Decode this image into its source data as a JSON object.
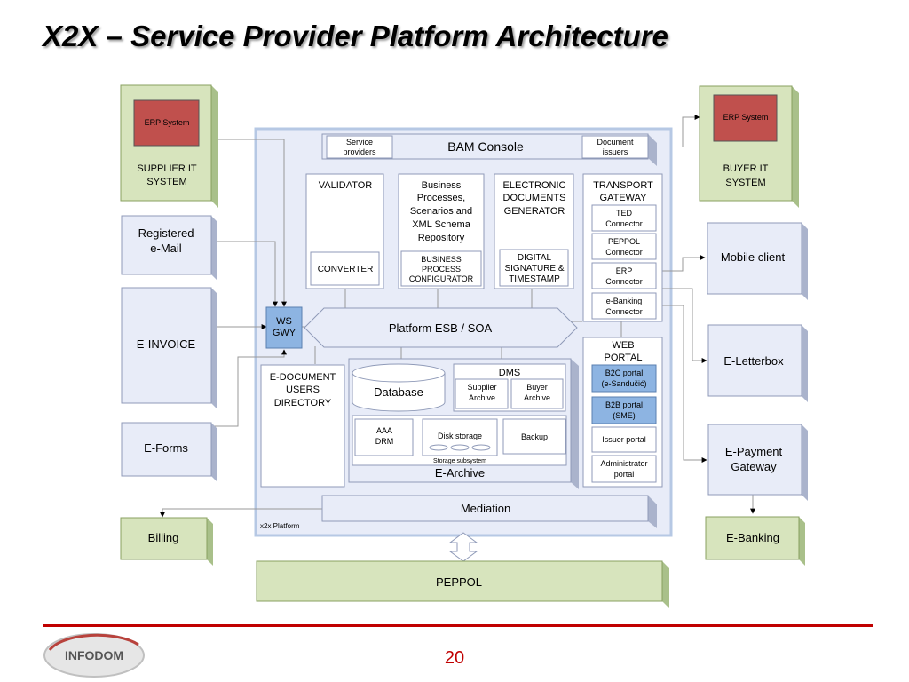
{
  "title": "X2X – Service Provider Platform Architecture",
  "page_number": "20",
  "logo_text": "INFODOM",
  "platform_label": "x2x Platform",
  "left": {
    "supplier_erp": "ERP System",
    "supplier_it": [
      "SUPPLIER IT",
      "SYSTEM"
    ],
    "registered_email": [
      "Registered",
      "e-Mail"
    ],
    "e_invoice": "E-INVOICE",
    "e_forms": "E-Forms",
    "billing": "Billing"
  },
  "right": {
    "buyer_erp": "ERP System",
    "buyer_it": [
      "BUYER IT",
      "SYSTEM"
    ],
    "mobile_client": "Mobile client",
    "e_letterbox": "E-Letterbox",
    "e_payment": [
      "E-Payment",
      "Gateway"
    ],
    "e_banking": "E-Banking"
  },
  "bam": {
    "label": "BAM Console",
    "service_providers": [
      "Service",
      "providers"
    ],
    "document_issuers": [
      "Document",
      "issuers"
    ]
  },
  "validator": {
    "label": "VALIDATOR",
    "converter": "CONVERTER"
  },
  "business": {
    "label": [
      "Business",
      "Processes,",
      "Scenarios and",
      "XML Schema",
      "Repository"
    ],
    "configurator": [
      "BUSINESS",
      "PROCESS",
      "CONFIGURATOR"
    ]
  },
  "electronic": {
    "label": [
      "ELECTRONIC",
      "DOCUMENTS",
      "GENERATOR"
    ],
    "signature": [
      "DIGITAL",
      "SIGNATURE &",
      "TIMESTAMP"
    ]
  },
  "transport": {
    "label": [
      "TRANSPORT",
      "GATEWAY"
    ],
    "ted": [
      "TED",
      "Connector"
    ],
    "peppol": [
      "PEPPOL",
      "Connector"
    ],
    "erp": [
      "ERP",
      "Connector"
    ],
    "ebanking": [
      "e-Banking",
      "Connector"
    ]
  },
  "ws_gwy": [
    "WS",
    "GWY"
  ],
  "esb": "Platform ESB / SOA",
  "users_directory": [
    "E-DOCUMENT",
    "USERS",
    "DIRECTORY"
  ],
  "archive": {
    "label": "E-Archive",
    "database": "Database",
    "dms": "DMS",
    "supplier_archive": [
      "Supplier",
      "Archive"
    ],
    "buyer_archive": [
      "Buyer",
      "Archive"
    ],
    "aaa_drm": [
      "AAA",
      "DRM"
    ],
    "disk_storage": "Disk storage",
    "backup": "Backup",
    "storage_subsystem": "Storage subsystem"
  },
  "web_portal": {
    "label": [
      "WEB",
      "PORTAL"
    ],
    "b2c": [
      "B2C portal",
      "(e-Sandučić)"
    ],
    "b2b": [
      "B2B portal",
      "(SME)"
    ],
    "issuer": "Issuer portal",
    "admin": [
      "Administrator",
      "portal"
    ]
  },
  "mediation": "Mediation",
  "peppol": "PEPPOL",
  "colors": {
    "green_box": "#d7e4bd",
    "blue_box": "#e8ecf8",
    "erp_red": "#c0504d",
    "highlight_blue": "#8db4e2",
    "accent_red": "#c00000"
  }
}
